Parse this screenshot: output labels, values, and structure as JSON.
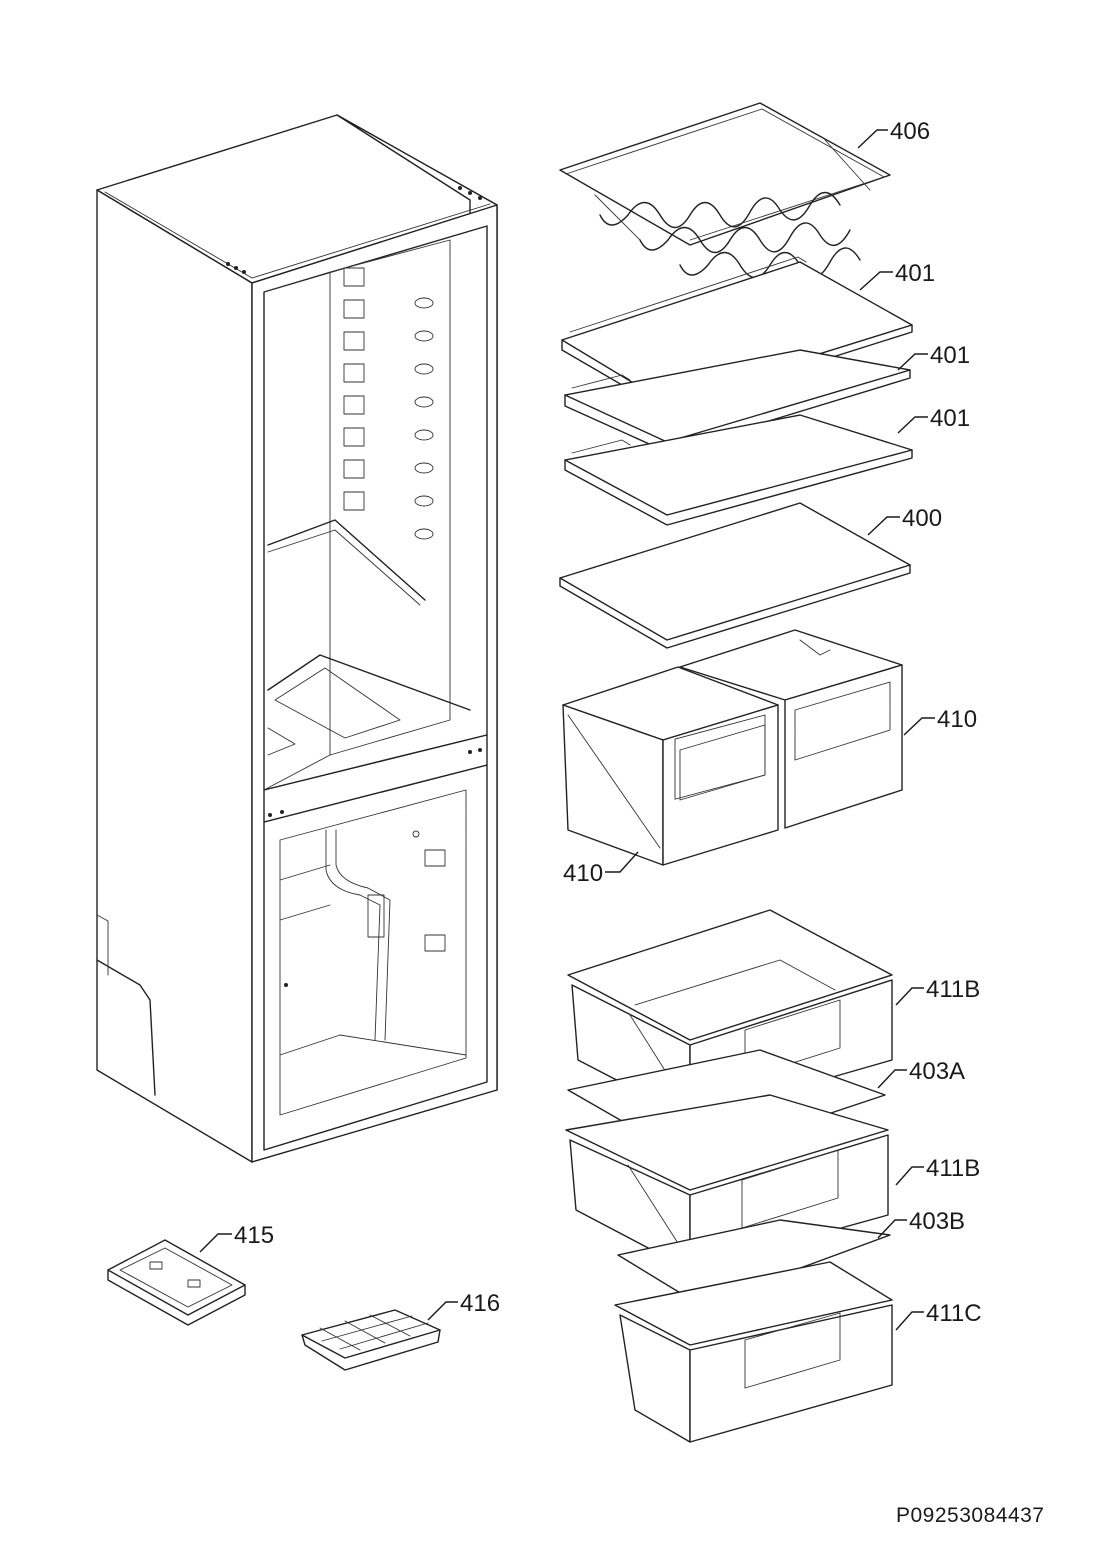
{
  "labels": {
    "p406": "406",
    "p401a": "401",
    "p401b": "401",
    "p401c": "401",
    "p400": "400",
    "p410a": "410",
    "p410b": "410",
    "p411b_upper": "411B",
    "p403a": "403A",
    "p411b_lower": "411B",
    "p403b": "403B",
    "p411c": "411C",
    "p415": "415",
    "p416": "416"
  },
  "drawing_code": "P09253084437"
}
